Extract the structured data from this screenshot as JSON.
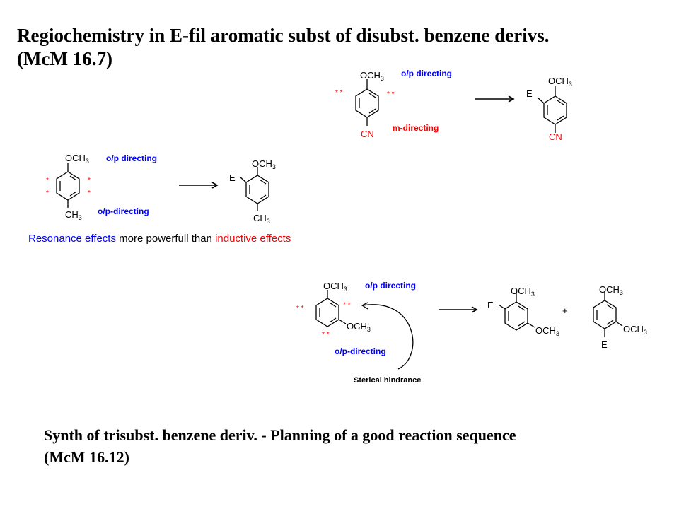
{
  "title": {
    "line1": "Regiochemistry in E-fil aromatic subst of disubst. benzene derivs.",
    "line2": "(McM 16.7)"
  },
  "scheme1": {
    "sub_top": "OCH",
    "sub_top_n": "3",
    "sub_bottom": "CN",
    "label_top": "o/p directing",
    "label_bottom": "m-directing",
    "stars_left": "* *",
    "stars_right": "* *",
    "prod_top": "OCH",
    "prod_top_n": "3",
    "prod_e": "E",
    "prod_bottom": "CN"
  },
  "scheme2": {
    "sub_top": "OCH",
    "sub_top_n": "3",
    "sub_bottom": "CH",
    "sub_bottom_n": "3",
    "label_top": "o/p directing",
    "label_bottom": "o/p-directing",
    "star": "*",
    "prod_top": "OCH",
    "prod_top_n": "3",
    "prod_e": "E",
    "prod_bottom": "CH",
    "prod_bottom_n": "3"
  },
  "note": {
    "part1": "Resonance effects",
    "part2": " more powerfull than ",
    "part3": "inductive effects"
  },
  "scheme3": {
    "sub_top": "OCH",
    "sub_top_n": "3",
    "sub_meta": "OCH",
    "sub_meta_n": "3",
    "label_top": "o/p directing",
    "label_bottom": "o/p-directing",
    "stars": "* *",
    "hindrance": "Sterical hindrance",
    "plus": "+",
    "p1_top": "OCH",
    "p1_top_n": "3",
    "p1_e": "E",
    "p1_meta": "OCH",
    "p1_meta_n": "3",
    "p2_top": "OCH",
    "p2_top_n": "3",
    "p2_meta": "OCH",
    "p2_meta_n": "3",
    "p2_e": "E"
  },
  "footer": {
    "line1": "Synth of trisubst. benzene deriv. - Planning of a good reaction sequence",
    "line2": "(McM 16.12)"
  },
  "colors": {
    "directing_label": "#0000ff",
    "meta_label": "#ff0000",
    "stars": "#ff0000",
    "cn_group": "#ff0000"
  }
}
